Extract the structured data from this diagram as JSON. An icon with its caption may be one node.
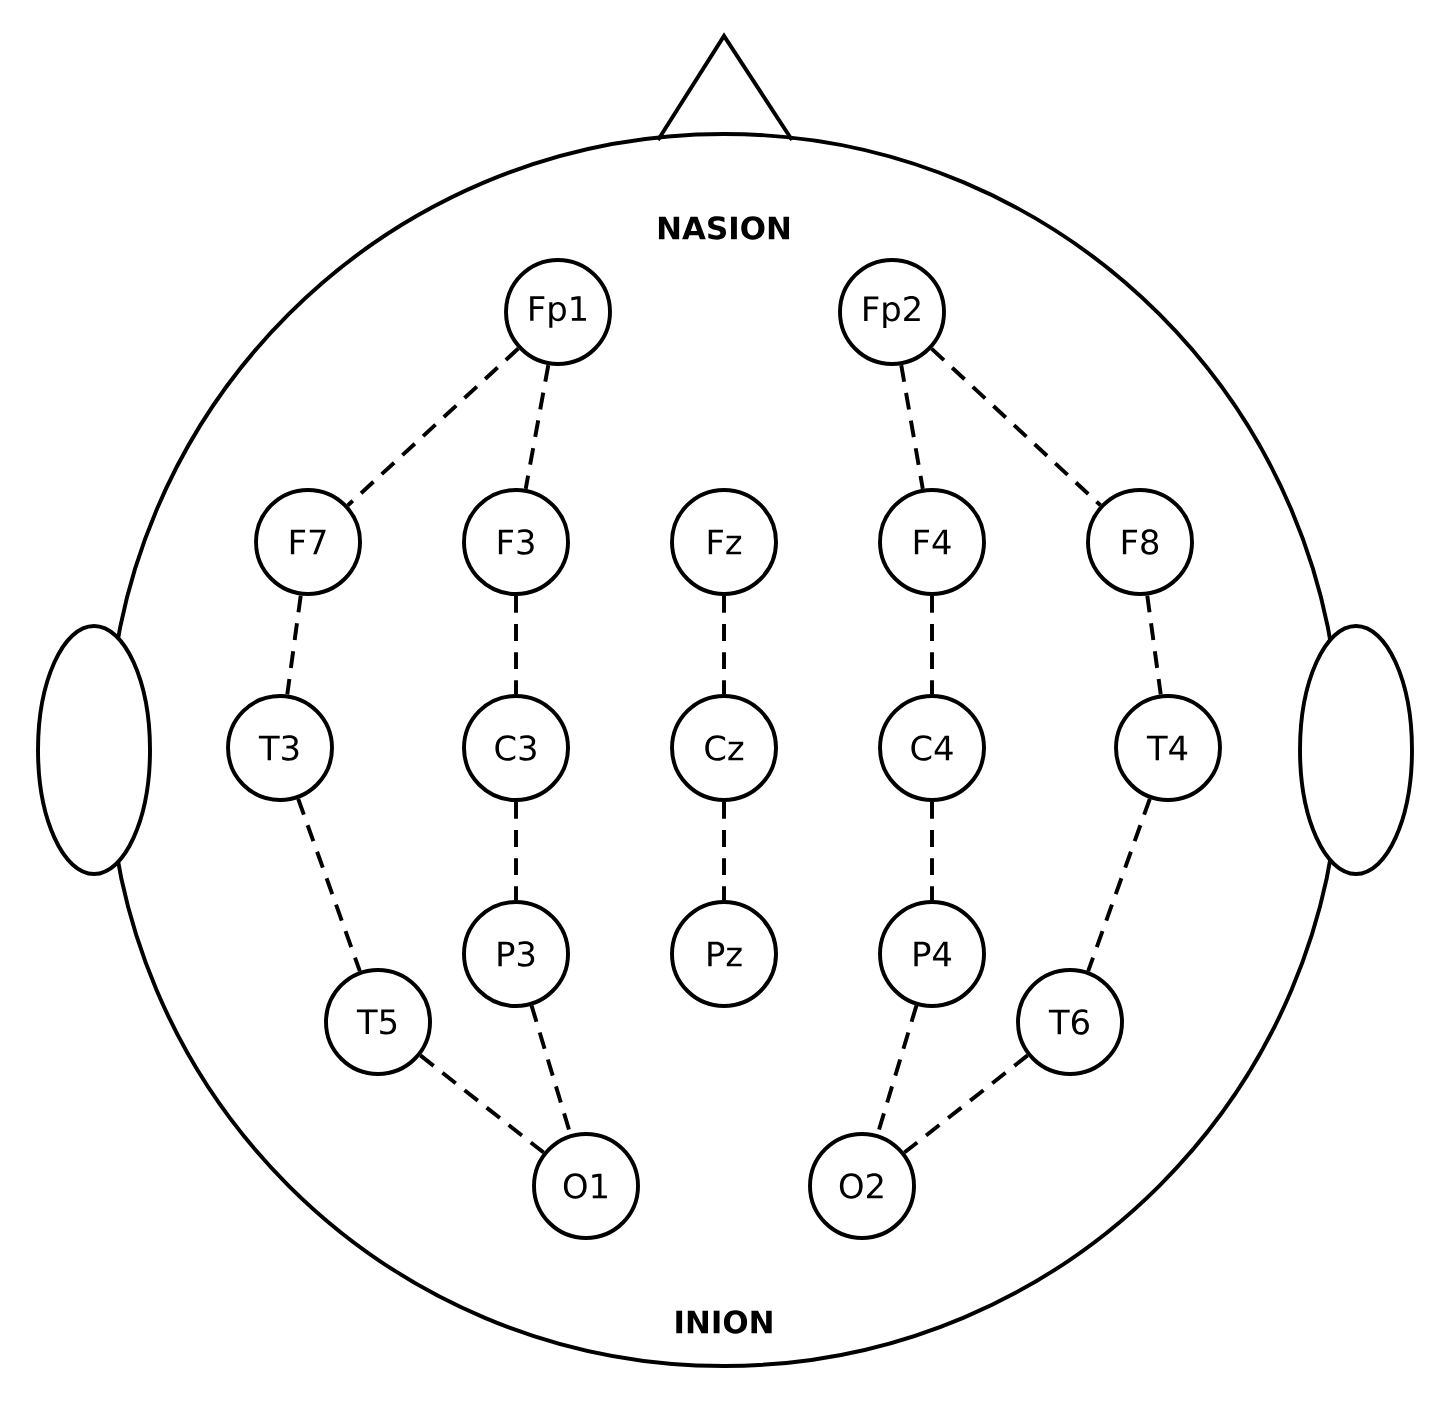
{
  "diagram": {
    "nodes": [
      {
        "text": [
          "Fp1"
        ]
      },
      {
        "text": [
          "Fp2"
        ]
      },
      {
        "text": [
          "F7"
        ]
      },
      {
        "text": [
          "F3"
        ]
      },
      {
        "text": [
          "Fz"
        ]
      },
      {
        "text": [
          "F4"
        ]
      },
      {
        "text": [
          "F8"
        ]
      },
      {
        "text": [
          "T3"
        ]
      },
      {
        "text": [
          "C3"
        ]
      },
      {
        "text": [
          "Cz"
        ]
      },
      {
        "text": [
          "C4"
        ]
      },
      {
        "text": [
          "T4"
        ]
      },
      {
        "text": [
          "P3"
        ]
      },
      {
        "text": [
          "Pz"
        ]
      },
      {
        "text": [
          "P4"
        ]
      },
      {
        "text": [
          "T5"
        ]
      },
      {
        "text": [
          "T6"
        ]
      },
      {
        "text": [
          "O1"
        ]
      },
      {
        "text": [
          "O2"
        ]
      }
    ],
    "edges": [
      {
        "from": 0,
        "to": 2,
        "arrow": "none",
        "style": "dashed"
      },
      {
        "from": 0,
        "to": 3,
        "arrow": "none",
        "style": "dashed"
      },
      {
        "from": 1,
        "to": 5,
        "arrow": "none",
        "style": "dashed"
      },
      {
        "from": 1,
        "to": 6,
        "arrow": "none",
        "style": "dashed"
      },
      {
        "from": 2,
        "to": 7,
        "arrow": "none",
        "style": "dashed"
      },
      {
        "from": 3,
        "to": 8,
        "arrow": "none",
        "style": "dashed"
      },
      {
        "from": 4,
        "to": 9,
        "arrow": "none",
        "style": "dashed"
      },
      {
        "from": 5,
        "to": 10,
        "arrow": "none",
        "style": "dashed"
      },
      {
        "from": 6,
        "to": 11,
        "arrow": "none",
        "style": "dashed"
      },
      {
        "from": 7,
        "to": 15,
        "arrow": "none",
        "style": "dashed"
      },
      {
        "from": 8,
        "to": 12,
        "arrow": "none",
        "style": "dashed"
      },
      {
        "from": 9,
        "to": 13,
        "arrow": "none",
        "style": "dashed"
      },
      {
        "from": 10,
        "to": 14,
        "arrow": "none",
        "style": "dashed"
      },
      {
        "from": 11,
        "to": 16,
        "arrow": "none",
        "style": "dashed"
      },
      {
        "from": 15,
        "to": 17,
        "arrow": "none",
        "style": "dashed"
      },
      {
        "from": 12,
        "to": 17,
        "arrow": "none",
        "style": "dashed"
      },
      {
        "from": 14,
        "to": 18,
        "arrow": "none",
        "style": "dashed"
      },
      {
        "from": 16,
        "to": 18,
        "arrow": "none",
        "style": "dashed"
      }
    ],
    "labels": [
      "NASION",
      "INION"
    ]
  }
}
